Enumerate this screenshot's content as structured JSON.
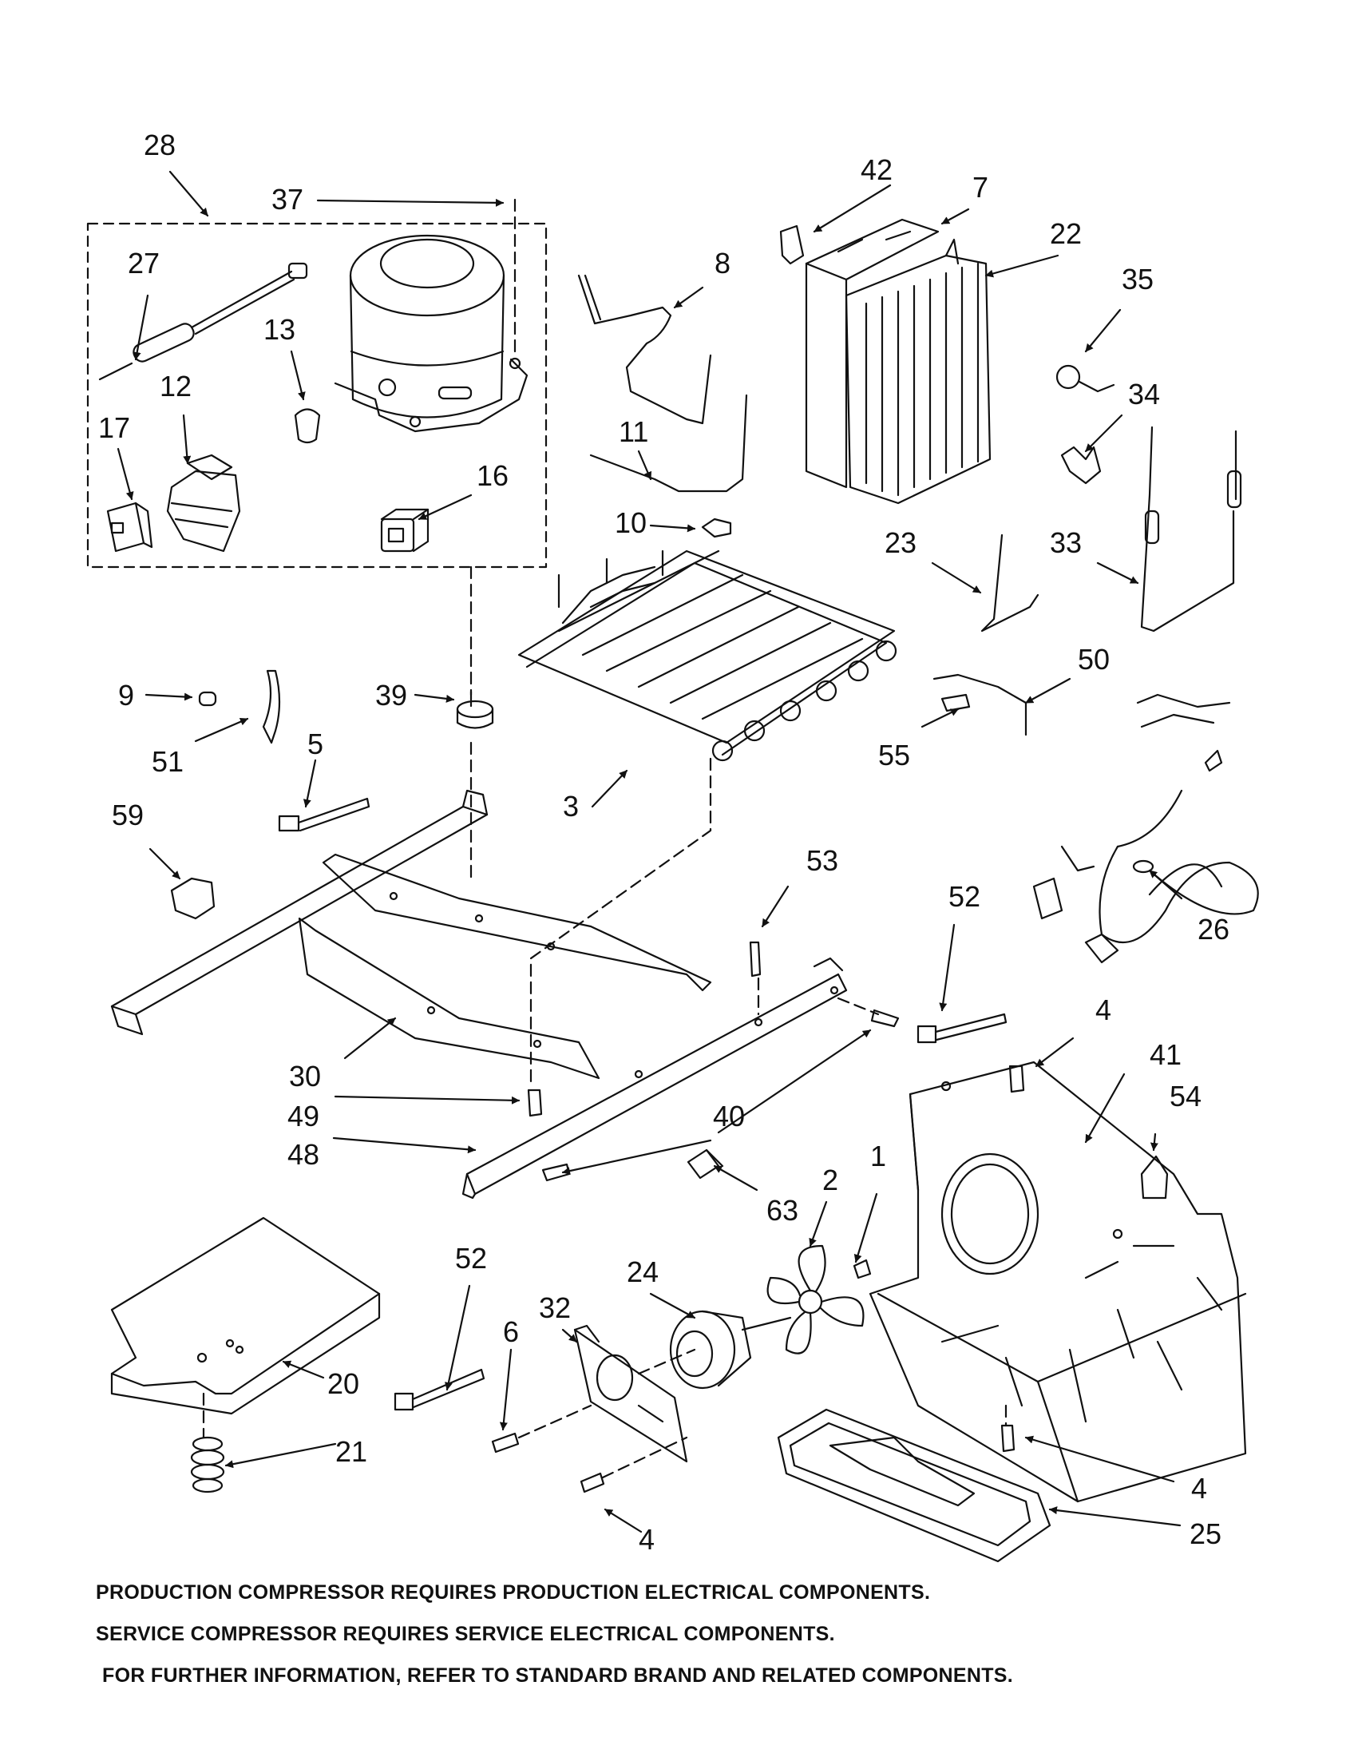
{
  "callouts": {
    "c28": "28",
    "c37": "37",
    "c27": "27",
    "c13": "13",
    "c12": "12",
    "c17": "17",
    "c16": "16",
    "c42": "42",
    "c7": "7",
    "c8": "8",
    "c22": "22",
    "c35": "35",
    "c34": "34",
    "c11": "11",
    "c10": "10",
    "c23": "23",
    "c33": "33",
    "c9": "9",
    "c39": "39",
    "c50": "50",
    "c51": "51",
    "c5": "5",
    "c55": "55",
    "c3": "3",
    "c59": "59",
    "c53": "53",
    "c52a": "52",
    "c26": "26",
    "c30": "30",
    "c4a": "4",
    "c41": "41",
    "c54": "54",
    "c49": "49",
    "c40": "40",
    "c48": "48",
    "c1": "1",
    "c2": "2",
    "c63": "63",
    "c52b": "52",
    "c24": "24",
    "c32": "32",
    "c6": "6",
    "c20": "20",
    "c21": "21",
    "c4b": "4",
    "c4c": "4",
    "c25": "25"
  },
  "notes": [
    "PRODUCTION COMPRESSOR REQUIRES PRODUCTION ELECTRICAL COMPONENTS.",
    "SERVICE COMPRESSOR REQUIRES SERVICE ELECTRICAL COMPONENTS.",
    "FOR FURTHER INFORMATION, REFER TO STANDARD BRAND AND RELATED COMPONENTS."
  ]
}
